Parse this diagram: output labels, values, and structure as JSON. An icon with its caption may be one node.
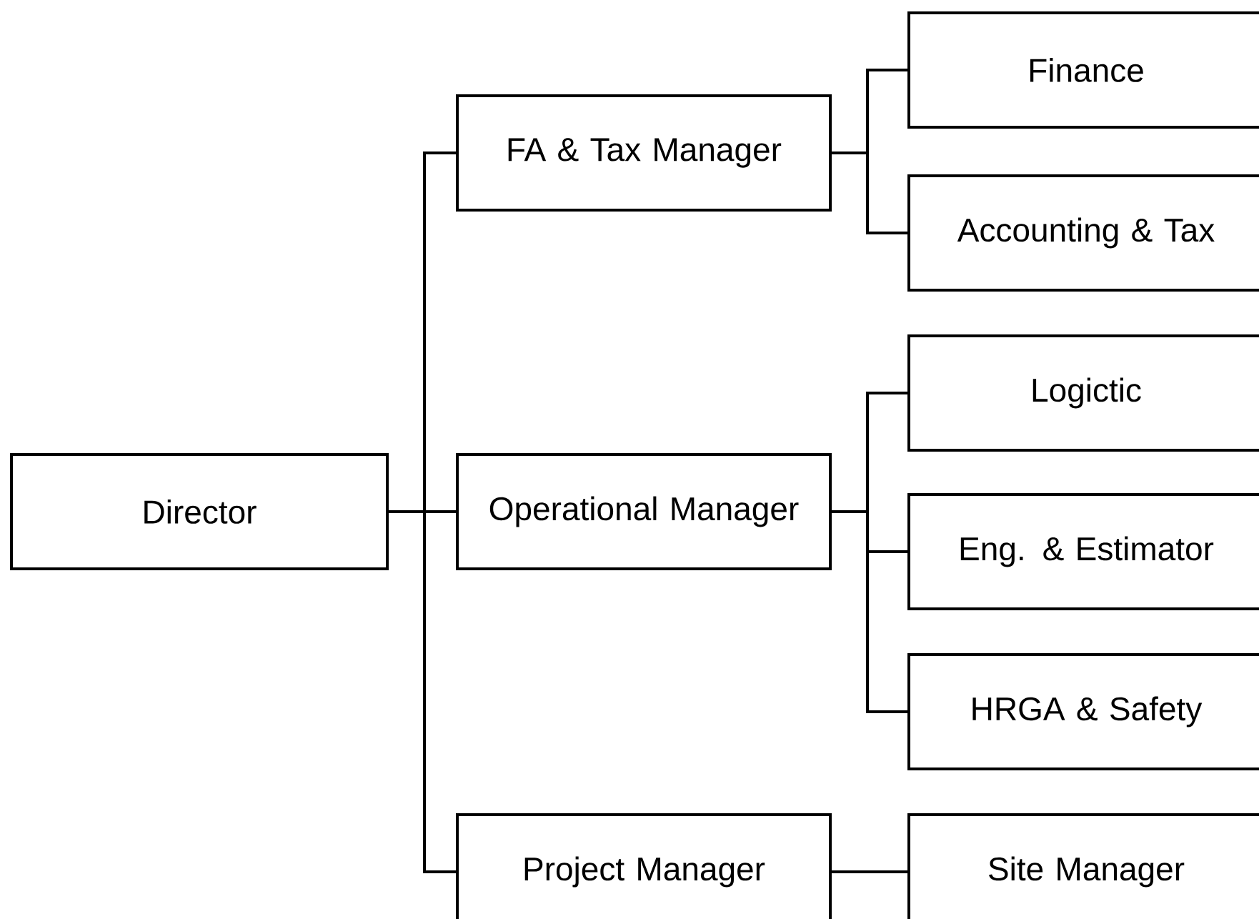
{
  "diagram": {
    "nodes": [
      {
        "text": [
          "Director"
        ]
      },
      {
        "text": [
          "FA & Tax Manager"
        ]
      },
      {
        "text": [
          "Finance"
        ]
      },
      {
        "text": [
          "Accounting & Tax"
        ]
      },
      {
        "text": [
          "Operational Manager"
        ]
      },
      {
        "text": [
          "Logictic"
        ]
      },
      {
        "text": [
          "Eng. & Estimator"
        ]
      },
      {
        "text": [
          "HRGA & Safety"
        ]
      },
      {
        "text": [
          "Project Manager"
        ]
      },
      {
        "text": [
          "Site Manager"
        ]
      }
    ],
    "edges": [
      {
        "from": 0,
        "to": 1,
        "arrow": "none"
      },
      {
        "from": 0,
        "to": 4,
        "arrow": "none"
      },
      {
        "from": 0,
        "to": 8,
        "arrow": "none"
      },
      {
        "from": 1,
        "to": 2,
        "arrow": "none"
      },
      {
        "from": 1,
        "to": 3,
        "arrow": "none"
      },
      {
        "from": 4,
        "to": 5,
        "arrow": "none"
      },
      {
        "from": 4,
        "to": 6,
        "arrow": "none"
      },
      {
        "from": 4,
        "to": 7,
        "arrow": "none"
      },
      {
        "from": 8,
        "to": 9,
        "arrow": "none"
      }
    ]
  }
}
